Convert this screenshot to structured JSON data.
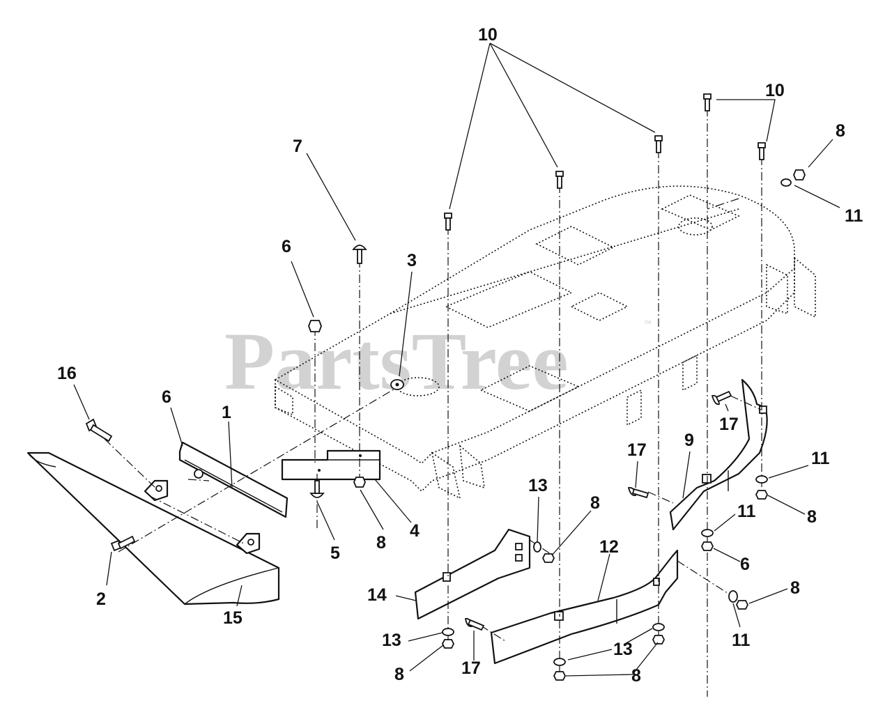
{
  "watermark": {
    "text": "PartsTree",
    "trademark": "™"
  },
  "callouts": {
    "c10a": "10",
    "c10b": "10",
    "c7": "7",
    "c8a": "8",
    "c11a": "11",
    "c6a": "6",
    "c3": "3",
    "c16": "16",
    "c6b": "6",
    "c1": "1",
    "c17a": "17",
    "c17b": "17",
    "c9": "9",
    "c11b": "11",
    "c13a": "13",
    "c8b": "8",
    "c8c": "8",
    "c5": "5",
    "c8d": "8",
    "c4": "4",
    "c11c": "11",
    "c6c": "6",
    "c12": "12",
    "c2": "2",
    "c15": "15",
    "c14": "14",
    "c8e": "8",
    "c11d": "11",
    "c13b": "13",
    "c13c": "13",
    "c8f": "8",
    "c17c": "17",
    "c8g": "8"
  },
  "colors": {
    "line": "#111111",
    "watermark": "#d2d2d2",
    "background": "#ffffff"
  }
}
